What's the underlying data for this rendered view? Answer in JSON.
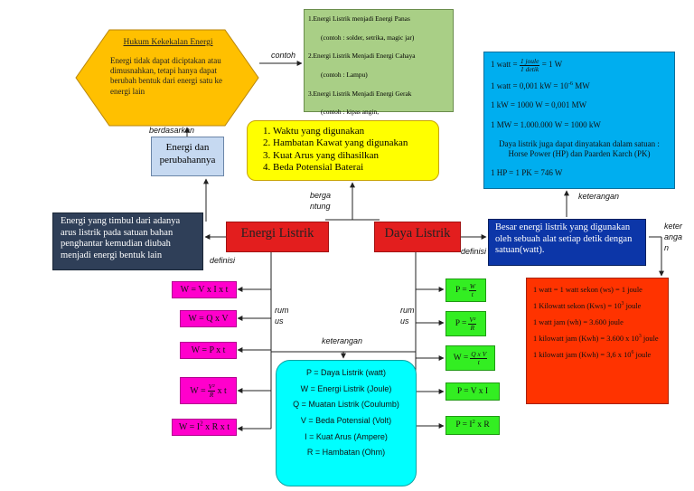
{
  "hexagon": {
    "title": "Hukum Kekekalan Energi",
    "body": "Energi tidak dapat diciptakan atau dimusnahkan, tetapi hanya dapat berubah bentuk dari energi satu ke energi lain"
  },
  "examples": {
    "item1": "1.Energi Listrik menjadi  Energi Panas",
    "item1_sub": "(contoh : solder, setrika, magic jar)",
    "item2": "2.Energi Listrik Menjadi Energi Cahaya",
    "item2_sub": "(contoh : Lampu)",
    "item3": "3.Energi Listrik Menjadi Energi Gerak",
    "item3_sub": "(contoh : kipas angin,"
  },
  "dependencies": {
    "items": [
      "Waktu yang digunakan",
      "Hambatan Kawat yang digunakan",
      "Kuat Arus yang dihasilkan",
      "Beda Potensial Baterai"
    ]
  },
  "units": {
    "watt_lhs": "1 watt =",
    "watt_num": "1 joule",
    "watt_den": "1 detik",
    "watt_rhs": "= 1 W",
    "line2": "1 watt = 0,001 kW = 10",
    "line2_exp": "-6",
    "line2_tail": " MW",
    "line3": "1 kW = 1000 W = 0,001 MW",
    "line4": "1 MW = 1.000.000 W = 1000 kW",
    "line5": "Daya listrik juga dapat dinyatakan dalam satuan : Horse Power (HP) dan Paarden Karch (PK)",
    "line6": "1 HP = 1 PK = 746 W"
  },
  "energy_change": "Energi dan perubahannya",
  "energy_definition": "Energi yang timbul dari adanya arus listrik pada satuan bahan penghantar kemudian diubah menjadi energi bentuk lain",
  "energy_label": "Energi Listrik",
  "power_label": "Daya Listrik",
  "power_definition": "Besar energi listrik yang digunakan oleh sebuah alat setiap detik dengan satuan(watt).",
  "kwh": {
    "l1": "1 watt = 1 watt sekon (ws) = 1 joule",
    "l2a": "1 Kilowatt sekon (Kws) = 10",
    "l2exp": "3",
    "l2b": " joule",
    "l3": "1 watt jam (wh) = 3.600 joule",
    "l4a": "1 kilowatt jam (Kwh) = 3.600 x 10",
    "l4exp": "3",
    "l4b": " joule",
    "l5a": "1 kilowatt jam (Kwh) = 3,6 x 10",
    "l5exp": "6",
    "l5b": " joule"
  },
  "energy_formulas": {
    "f1": "W = V x I x t",
    "f2": "W = Q x V",
    "f3": "W = P x t",
    "f4_lhs": "W =",
    "f4_num": "V²",
    "f4_den": "R",
    "f4_rhs": "x t",
    "f5a": "W = I",
    "f5exp": "2",
    "f5b": " x R x t"
  },
  "power_formulas": {
    "f1_lhs": "P =",
    "f1_num": "W",
    "f1_den": "t",
    "f2_lhs": "P =",
    "f2_num": "V²",
    "f2_den": "R",
    "f3_lhs": "W =",
    "f3_num": "Q x V",
    "f3_den": "t",
    "f4": "P = V x I",
    "f5a": "P = I",
    "f5exp": "2",
    "f5b": " x R"
  },
  "legend": {
    "items": [
      "P = Daya Listrik (watt)",
      "W = Energi Listrik (Joule)",
      "Q  = Muatan Listrik (Coulumb)",
      "V  = Beda Potensial (Volt)",
      "I  = Kuat Arus (Ampere)",
      "R = Hambatan (Ohm)"
    ]
  },
  "connectors": {
    "contoh": "contoh",
    "berdasarkan": "berdasarkan",
    "bergantung_1": "berga",
    "bergantung_2": "ntung",
    "keterangan_top": "keterangan",
    "keterangan_right_1": "keter",
    "keterangan_right_2": "anga",
    "keterangan_right_3": "n",
    "definisi_left": "definisi",
    "definisi_right": "definisi",
    "rumus_left_1": "rum",
    "rumus_left_2": "us",
    "rumus_right_1": "rum",
    "rumus_right_2": "us",
    "keterangan_mid": "keterangan"
  }
}
